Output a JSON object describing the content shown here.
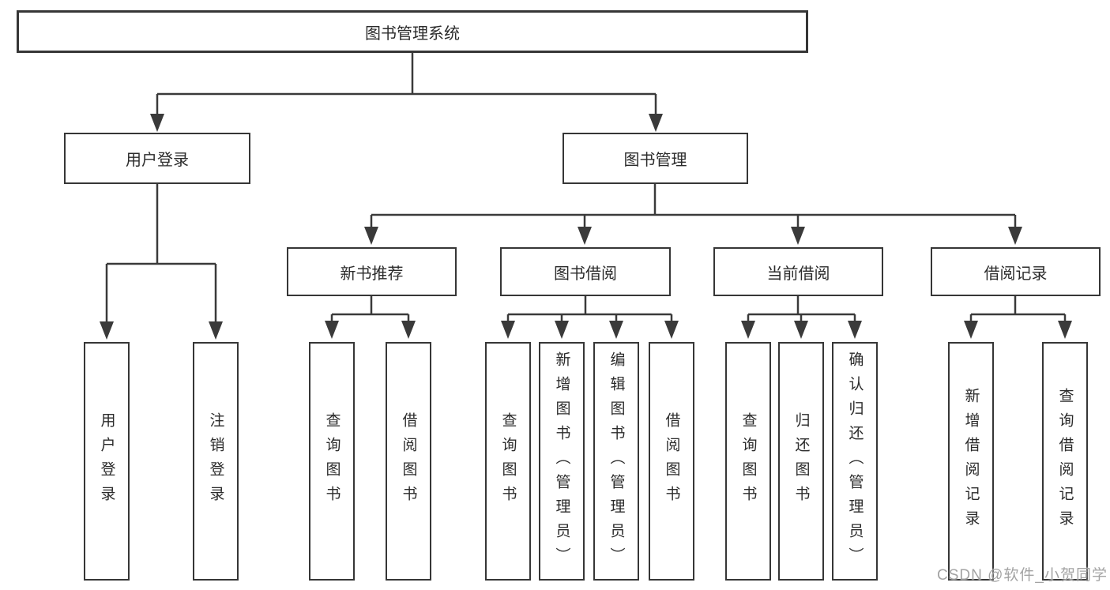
{
  "diagram": {
    "title": "图书管理系统",
    "watermark": "CSDN @软件_小贺同学",
    "colors": {
      "background": "#ffffff",
      "box_border": "#363636",
      "line": "#3a3a3a",
      "text": "#2b2b2b",
      "watermark": "#9e9e9e"
    },
    "nodes": {
      "root": {
        "label": "图书管理系统"
      },
      "user_login": {
        "label": "用户登录"
      },
      "book_mgmt": {
        "label": "图书管理"
      },
      "new_book_rec": {
        "label": "新书推荐"
      },
      "book_borrow": {
        "label": "图书借阅"
      },
      "current_borrow": {
        "label": "当前借阅"
      },
      "borrow_record": {
        "label": "借阅记录"
      },
      "ul_user_login": {
        "label": "用户登录"
      },
      "ul_logout": {
        "label": "注销登录"
      },
      "nbr_query_book": {
        "label": "查询图书"
      },
      "nbr_borrow_book": {
        "label": "借阅图书"
      },
      "bb_query_book": {
        "label": "查询图书"
      },
      "bb_add_book": {
        "label": "新增图书（管理员）"
      },
      "bb_edit_book": {
        "label": "编辑图书（管理员）"
      },
      "bb_borrow_book": {
        "label": "借阅图书"
      },
      "cb_query_book": {
        "label": "查询图书"
      },
      "cb_return_book": {
        "label": "归还图书"
      },
      "cb_confirm_return": {
        "label": "确认归还（管理员）"
      },
      "br_add_record": {
        "label": "新增借阅记录"
      },
      "br_query_record": {
        "label": "查询借阅记录"
      }
    },
    "hierarchy": [
      {
        "parent": "图书管理系统",
        "children": [
          "用户登录",
          "图书管理"
        ]
      },
      {
        "parent": "用户登录",
        "children": [
          "用户登录",
          "注销登录"
        ]
      },
      {
        "parent": "图书管理",
        "children": [
          "新书推荐",
          "图书借阅",
          "当前借阅",
          "借阅记录"
        ]
      },
      {
        "parent": "新书推荐",
        "children": [
          "查询图书",
          "借阅图书"
        ]
      },
      {
        "parent": "图书借阅",
        "children": [
          "查询图书",
          "新增图书（管理员）",
          "编辑图书（管理员）",
          "借阅图书"
        ]
      },
      {
        "parent": "当前借阅",
        "children": [
          "查询图书",
          "归还图书",
          "确认归还（管理员）"
        ]
      },
      {
        "parent": "借阅记录",
        "children": [
          "新增借阅记录",
          "查询借阅记录"
        ]
      }
    ]
  }
}
